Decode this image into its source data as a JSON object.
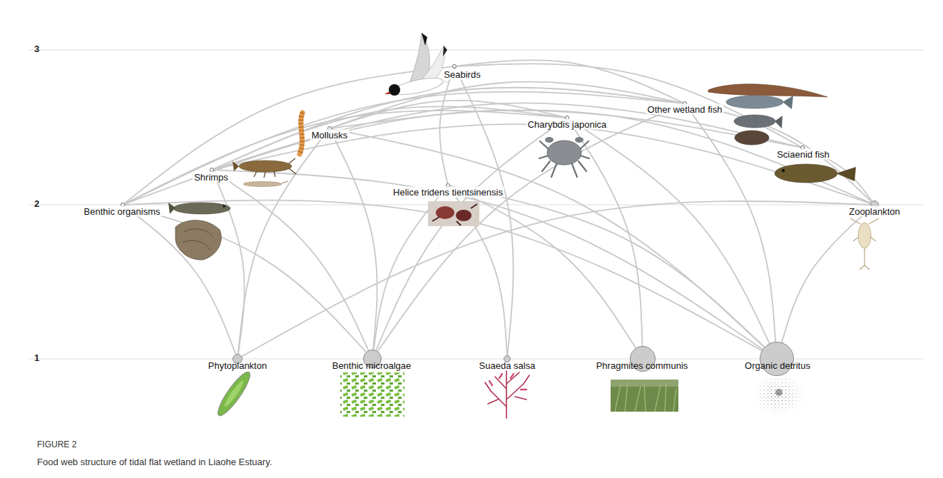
{
  "diagram": {
    "caption": "Food web structure of tidal flat wetland in Liaohe Estuary.",
    "nodes": [
      {
        "text": [
          "Seabirds"
        ]
      },
      {
        "text": [
          "Other wetland fish"
        ]
      },
      {
        "text": [
          "Charybdis japonica"
        ]
      },
      {
        "text": [
          "Mollusks"
        ]
      },
      {
        "text": [
          "Shrimps"
        ]
      },
      {
        "text": [
          "Sciaenid fish"
        ]
      },
      {
        "text": [
          "Helice tridens tientsinensis"
        ]
      },
      {
        "text": [
          "Benthic organisms"
        ]
      },
      {
        "text": [
          "Zooplankton"
        ]
      },
      {
        "text": [
          "Phytoplankton"
        ]
      },
      {
        "text": [
          "Benthic microalgae"
        ]
      },
      {
        "text": [
          "Suaeda  salsa"
        ]
      },
      {
        "text": [
          "Phragmites  communis"
        ]
      },
      {
        "text": [
          "Organic detritus"
        ]
      }
    ],
    "edges": [
      {
        "from": 7,
        "to": 0,
        "arrow": "none"
      },
      {
        "from": 1,
        "to": 0,
        "arrow": "none"
      },
      {
        "from": 5,
        "to": 0,
        "arrow": "none"
      },
      {
        "from": 6,
        "to": 0,
        "arrow": "none"
      },
      {
        "from": 11,
        "to": 0,
        "arrow": "none"
      },
      {
        "from": 7,
        "to": 1,
        "arrow": "none"
      },
      {
        "from": 4,
        "to": 1,
        "arrow": "none"
      },
      {
        "from": 3,
        "to": 1,
        "arrow": "none"
      },
      {
        "from": 8,
        "to": 1,
        "arrow": "none"
      },
      {
        "from": 13,
        "to": 1,
        "arrow": "none"
      },
      {
        "from": 10,
        "to": 1,
        "arrow": "none"
      },
      {
        "from": 4,
        "to": 2,
        "arrow": "none"
      },
      {
        "from": 3,
        "to": 2,
        "arrow": "none"
      },
      {
        "from": 13,
        "to": 2,
        "arrow": "none"
      },
      {
        "from": 10,
        "to": 2,
        "arrow": "none"
      },
      {
        "from": 7,
        "to": 2,
        "arrow": "none"
      },
      {
        "from": 12,
        "to": 2,
        "arrow": "none"
      },
      {
        "from": 10,
        "to": 3,
        "arrow": "none"
      },
      {
        "from": 9,
        "to": 3,
        "arrow": "none"
      },
      {
        "from": 13,
        "to": 3,
        "arrow": "none"
      },
      {
        "from": 8,
        "to": 3,
        "arrow": "none"
      },
      {
        "from": 9,
        "to": 4,
        "arrow": "none"
      },
      {
        "from": 8,
        "to": 4,
        "arrow": "none"
      },
      {
        "from": 10,
        "to": 4,
        "arrow": "none"
      },
      {
        "from": 13,
        "to": 4,
        "arrow": "none"
      },
      {
        "from": 4,
        "to": 5,
        "arrow": "none"
      },
      {
        "from": 8,
        "to": 5,
        "arrow": "none"
      },
      {
        "from": 7,
        "to": 5,
        "arrow": "none"
      },
      {
        "from": 11,
        "to": 6,
        "arrow": "none"
      },
      {
        "from": 12,
        "to": 6,
        "arrow": "none"
      },
      {
        "from": 13,
        "to": 6,
        "arrow": "none"
      },
      {
        "from": 10,
        "to": 6,
        "arrow": "none"
      },
      {
        "from": 10,
        "to": 7,
        "arrow": "none"
      },
      {
        "from": 13,
        "to": 7,
        "arrow": "none"
      },
      {
        "from": 9,
        "to": 7,
        "arrow": "none"
      },
      {
        "from": 9,
        "to": 8,
        "arrow": "none"
      },
      {
        "from": 13,
        "to": 8,
        "arrow": "none"
      }
    ],
    "labels": [
      "3",
      "2",
      "1",
      "FIGURE 2"
    ]
  }
}
